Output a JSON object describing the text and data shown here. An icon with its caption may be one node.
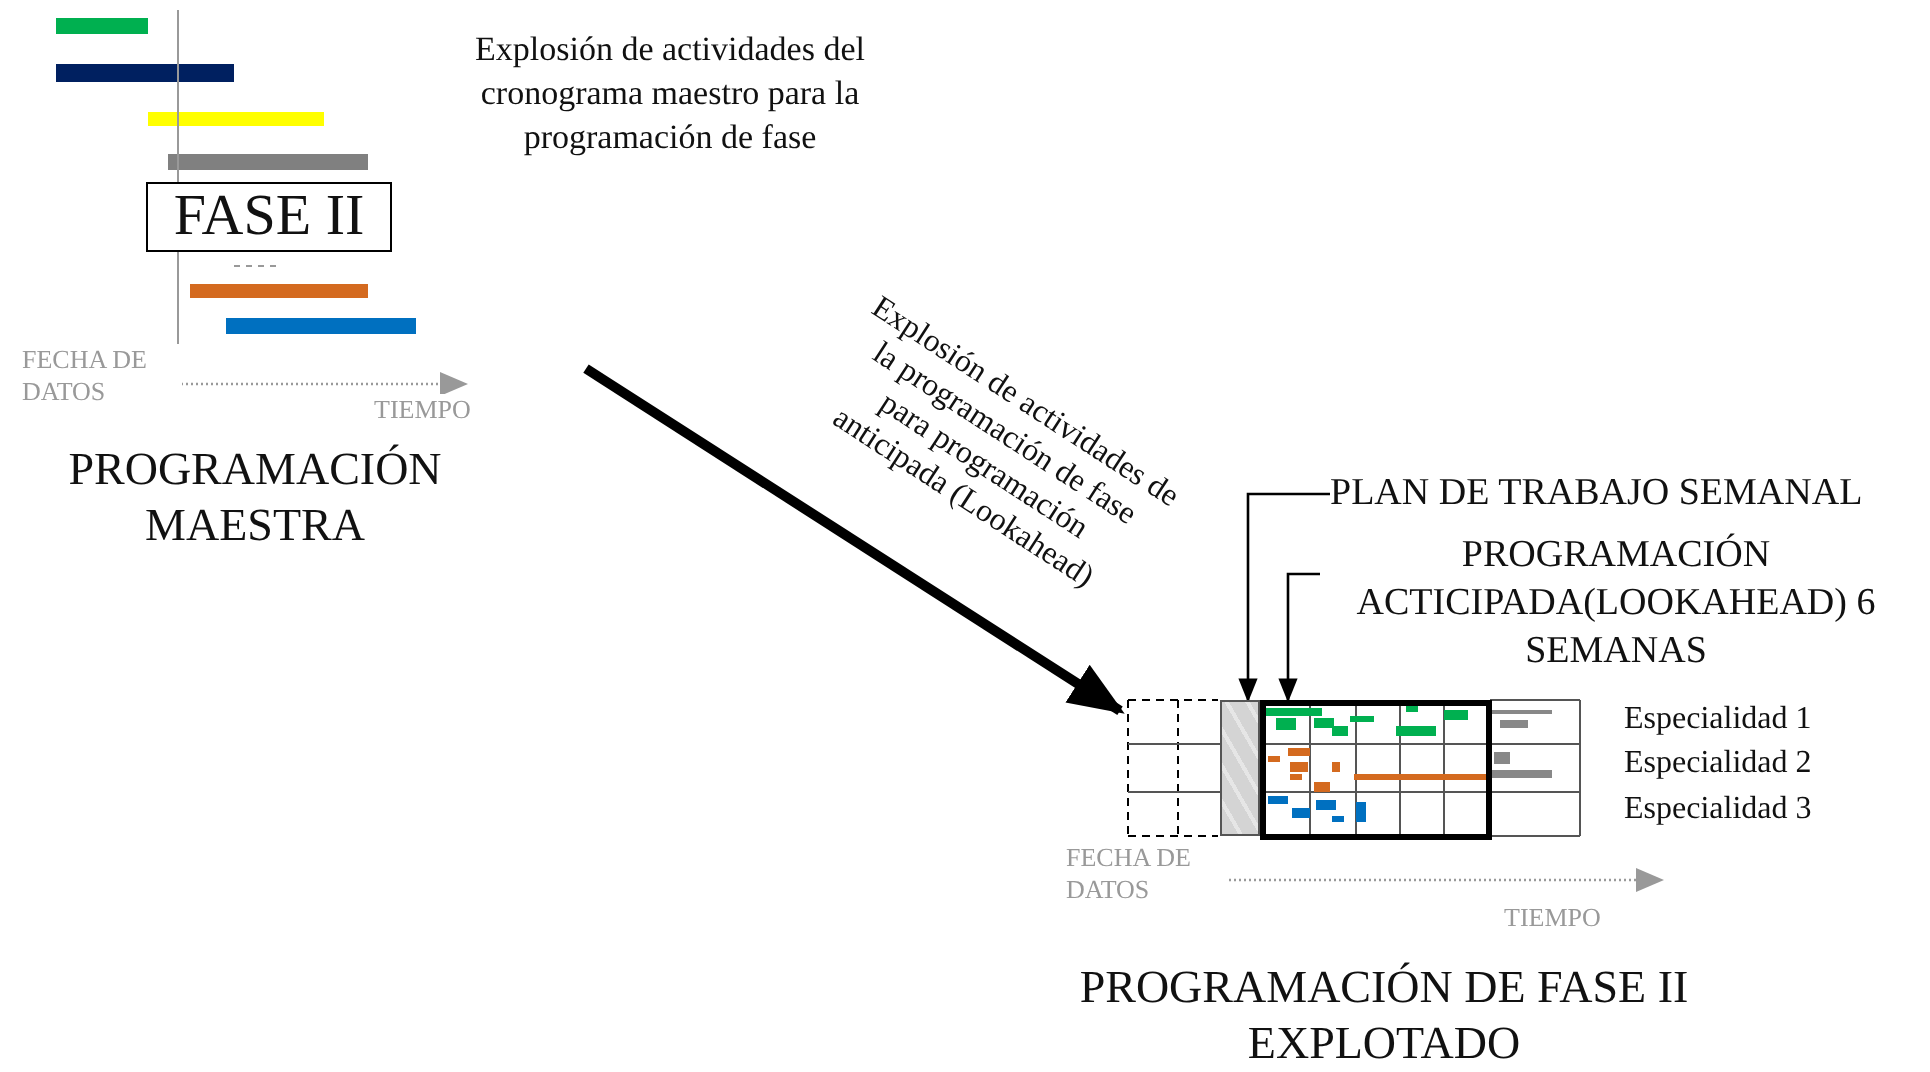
{
  "diagram": {
    "nodes": [
      {
        "text": [],
        "shape": "picture",
        "beside": [
          "PROGRAMACIÓN MAESTRA"
        ]
      },
      {
        "text": [
          "FASE II"
        ],
        "in": 0
      },
      {
        "text": [],
        "shape": "picture",
        "beside": [
          "PROGRAMACIÓN DE FASE II EXPLOTADO"
        ]
      },
      {
        "text": [],
        "shape": "box",
        "in": 2
      },
      {
        "text": [],
        "shape": "box",
        "in": 2
      },
      {
        "text": [
          "PLAN DE TRABAJO SEMANAL"
        ]
      },
      {
        "text": [
          "PROGRAMACIÓN ACTICIPADA(LOOKAHEAD) 6 SEMANAS"
        ]
      }
    ],
    "edges": [
      {
        "from": 0,
        "to": 2,
        "arrow": "to",
        "style": "thick",
        "label": "Explosión de actividades de la programación de fase para programación anticipada (Lookahead)"
      },
      {
        "from": 5,
        "to": 3,
        "arrow": "to"
      },
      {
        "from": 6,
        "to": 4,
        "arrow": "to"
      }
    ],
    "labels": [
      "Explosión de actividades del cronograma maestro para la programación de fase",
      "FECHA DE DATOS",
      "TIEMPO",
      "Especialidad 1",
      "Especialidad 2",
      "Especialidad 3",
      "FECHA DE DATOS",
      "TIEMPO"
    ]
  }
}
